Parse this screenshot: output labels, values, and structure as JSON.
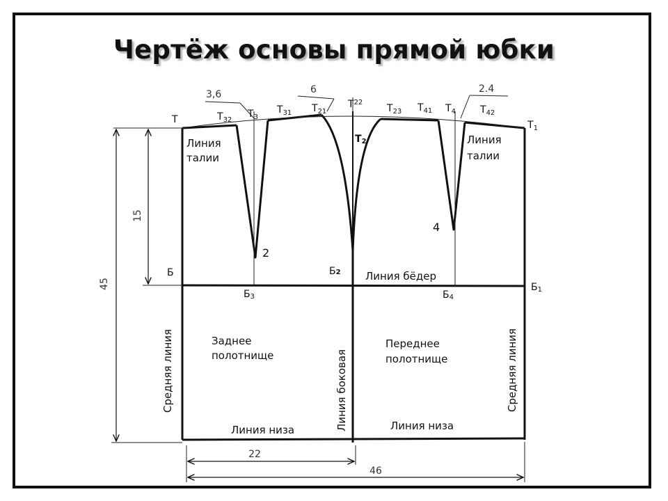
{
  "title": "Чертёж основы прямой юбки",
  "points": {
    "T": "Т",
    "T1": "Т",
    "T1_sub": "1",
    "T32": "Т",
    "T32_sub": "32",
    "T3": "Т",
    "T3_sub": "3",
    "T31": "Т",
    "T31_sub": "31",
    "T21": "Т",
    "T21_sub": "21",
    "T22": "Т",
    "T22_sub": "22",
    "T2": "Т",
    "T2_sub": "2",
    "T23": "Т",
    "T23_sub": "23",
    "T41": "Т",
    "T41_sub": "41",
    "T4": "Т",
    "T4_sub": "4",
    "T42": "Т",
    "T42_sub": "42",
    "B": "Б",
    "B1": "Б",
    "B1_sub": "1",
    "B2": "Б",
    "B2_sub": "2",
    "B3": "Б",
    "B3_sub": "3",
    "B4": "Б",
    "B4_sub": "4"
  },
  "dimensions": {
    "dart_back": "3,6",
    "side": "6",
    "dart_front": "2.4",
    "hip_depth": "15",
    "length": "45",
    "half_width_back": "22",
    "half_width_total": "46"
  },
  "dart_labels": {
    "back": "2",
    "front": "4"
  },
  "labels": {
    "waist_left_1": "Линия",
    "waist_left_2": "талии",
    "waist_right_1": "Линия",
    "waist_right_2": "талии",
    "hip_line": "Линия бёдер",
    "back_panel_1": "Заднее",
    "back_panel_2": "полотнище",
    "front_panel_1": "Переднее",
    "front_panel_2": "полотнище",
    "middle_left": "Средняя линия",
    "middle_right": "Средняя линия",
    "side_line": "Линия боковая",
    "hem_left": "Линия низа",
    "hem_right": "Линия низа"
  }
}
